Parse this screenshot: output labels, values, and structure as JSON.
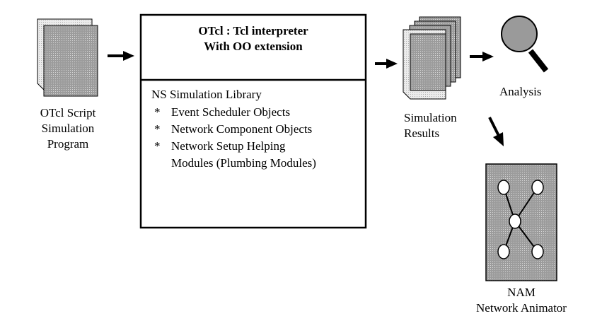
{
  "script_doc": {
    "label_lines": [
      "OTcl Script",
      "Simulation",
      "Program"
    ]
  },
  "interpreter": {
    "title_lines": [
      "OTcl : Tcl interpreter",
      "With OO extension"
    ]
  },
  "library": {
    "heading": "NS Simulation Library",
    "bullet_symbol": "*",
    "items": [
      "Event Scheduler Objects",
      "Network Component Objects",
      "Network Setup Helping"
    ],
    "continuation": "Modules (Plumbing Modules)"
  },
  "results": {
    "label_lines": [
      "Simulation",
      "Results"
    ]
  },
  "analysis": {
    "label": "Analysis"
  },
  "nam": {
    "label_lines": [
      "NAM",
      "Network Animator"
    ]
  }
}
